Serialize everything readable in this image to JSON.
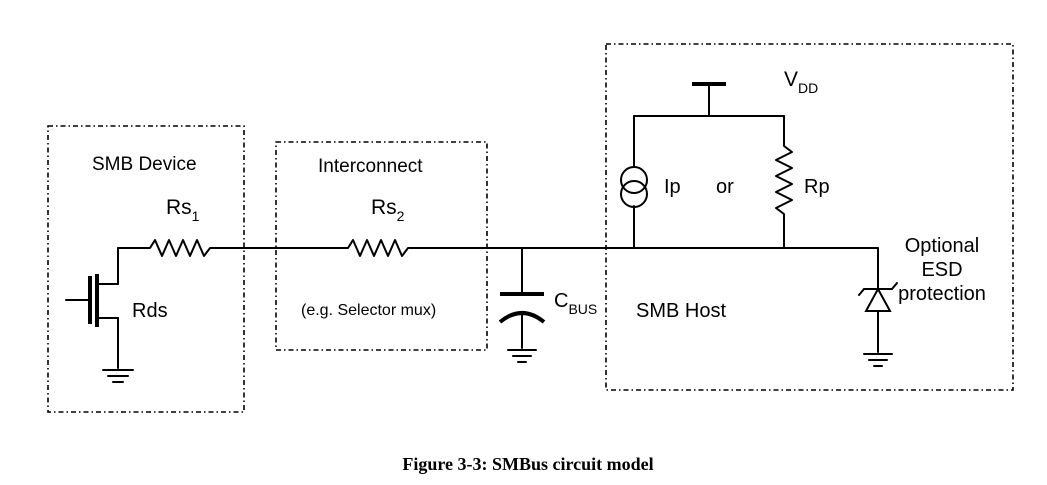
{
  "caption": "Figure 3-3: SMBus circuit model",
  "smb_device": {
    "title": "SMB Device",
    "rs_base": "Rs",
    "rs_sub": "1",
    "rds": "Rds"
  },
  "interconnect": {
    "title": "Interconnect",
    "rs_base": "Rs",
    "rs_sub": "2",
    "note": "(e.g. Selector  mux)"
  },
  "bus_cap": {
    "base": "C",
    "sub": "BUS"
  },
  "smb_host": {
    "title": "SMB Host",
    "vdd_base": "V",
    "vdd_sub": "DD",
    "ip": "Ip",
    "or": "or",
    "rp": "Rp"
  },
  "esd": {
    "line1": "Optional",
    "line2": "ESD",
    "line3": "protection"
  }
}
